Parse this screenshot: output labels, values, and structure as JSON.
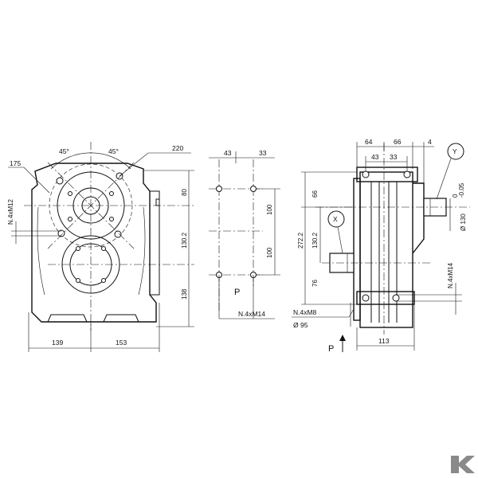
{
  "front_view": {
    "angle_left": "45°",
    "angle_right": "45°",
    "dia_top": "220",
    "dia_left": "175",
    "holes": "N.4xM12",
    "h_top": "80",
    "h_mid": "130.2",
    "h_bottom": "138",
    "w_left": "139",
    "w_right": "153"
  },
  "flange_view": {
    "w_left": "43",
    "w_right": "33",
    "v_top": "100",
    "v_bottom": "100",
    "label_p": "P",
    "holes": "N.4xM14"
  },
  "side_view": {
    "top_64": "64",
    "top_66": "66",
    "top_4": "4",
    "top_43": "43",
    "top_33": "33",
    "callout_y": "Y",
    "callout_x": "X",
    "h_66": "66",
    "h_total": "272.2",
    "h_130": "130.2",
    "h_76": "76",
    "shaft_dia": "Ø 130",
    "shaft_tol_upper": "0",
    "shaft_tol_lower": "-0.05",
    "holes_m14": "N.4xM14",
    "holes_m8": "N.4xM8",
    "dia_95": "Ø 95",
    "label_p": "P",
    "w_bottom": "113"
  },
  "brand_logo": "K"
}
